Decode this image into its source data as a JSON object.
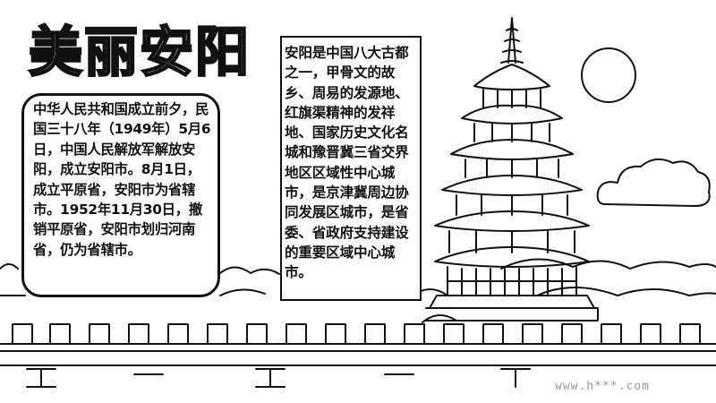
{
  "poster": {
    "title": "美丽安阳",
    "left_text": "中华人民共和国成立前夕，民国三十八年（1949年）5月6日，中国人民解放军解放安阳，成立安阳市。8月1日，成立平原省，安阳市为省辖市。1952年11月30日，撤销平原省，安阳市划归河南省，仍为省辖市。",
    "right_text": "安阳是中国八大古都之一，甲骨文的故乡、周易的发源地、红旗渠精神的发祥地、国家历史文化名城和豫晋冀三省交界地区区域性中心城市，是京津冀周边协同发展区城市，是省委、省政府支持建设的重要区域中心城市。",
    "watermark": "www.h***.com"
  },
  "colors": {
    "line": "#111111",
    "background": "#ffffff"
  }
}
